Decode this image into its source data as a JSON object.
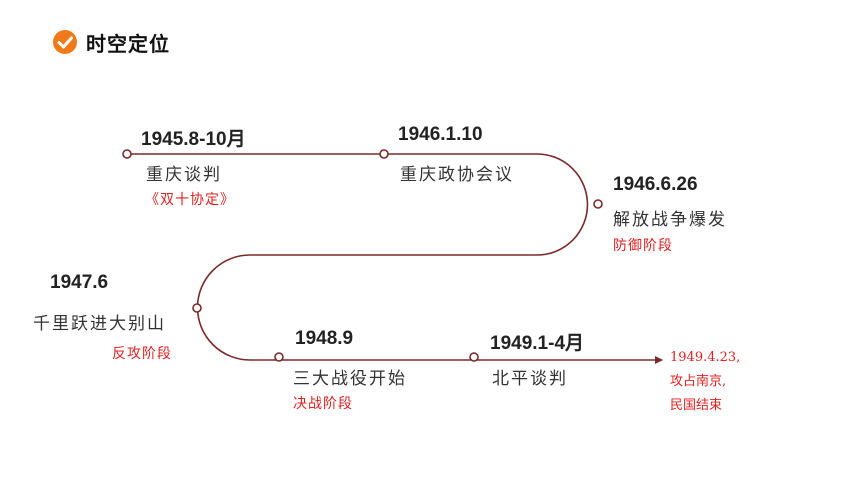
{
  "header": {
    "title": "时空定位",
    "icon": "check-badge-icon",
    "icon_color": "#f07a1a"
  },
  "colors": {
    "path": "#7a2a2a",
    "note": "#e02222"
  },
  "nodes": [
    {
      "date": "1945.8-10月",
      "event": "重庆谈判",
      "note": "《双十协定》"
    },
    {
      "date": "1946.1.10",
      "event": "重庆政协会议",
      "note": ""
    },
    {
      "date": "1946.6.26",
      "event": "解放战争爆发",
      "note": "防御阶段"
    },
    {
      "date": "1947.6",
      "event": "千里跃进大别山",
      "note": "反攻阶段"
    },
    {
      "date": "1948.9",
      "event": "三大战役开始",
      "note": "决战阶段"
    },
    {
      "date": "1949.1-4月",
      "event": "北平谈判",
      "note": ""
    }
  ],
  "end": {
    "line1": "1949.4.23,",
    "line2": "攻占南京,",
    "line3": "民国结束"
  }
}
